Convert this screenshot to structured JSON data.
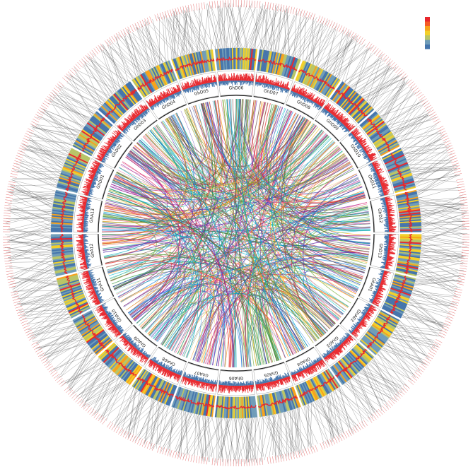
{
  "circos": {
    "chromosomes": [
      "GhD01",
      "GhD02",
      "GhD03",
      "GhD04",
      "GhD05",
      "GhD06",
      "GhD07",
      "GhD08",
      "GhD09",
      "GhD10",
      "GhD11",
      "GhD12",
      "GhD13",
      "GhA01",
      "GhA02",
      "GhA03",
      "GhA04",
      "GhA05",
      "GhA06",
      "GhA07",
      "GhA08",
      "GhA09",
      "GhA10",
      "GhA11",
      "GhA12",
      "GhA13"
    ],
    "tracks": [
      "gene-density-heatmap",
      "gc-line",
      "snp-histogram"
    ],
    "link_colors": [
      "#e53935",
      "#8e24aa",
      "#43a047",
      "#fbc02d",
      "#1e88e5",
      "#6d4c41",
      "#00acc1",
      "#d81b60",
      "#7cb342",
      "#5e35b1",
      "#fb8c00",
      "#26a69a",
      "#9e9d24",
      "#3949ab",
      "#f06292",
      "#2e7d32",
      "#795548",
      "#00bcd4"
    ],
    "heat_colors": [
      "#e8262c",
      "#f45a26",
      "#f7a21b",
      "#f2cf29",
      "#b8c467",
      "#6f9cb8",
      "#4474ab"
    ],
    "legend": {
      "labels": [
        "",
        "",
        "",
        "",
        "",
        "",
        ""
      ]
    }
  }
}
